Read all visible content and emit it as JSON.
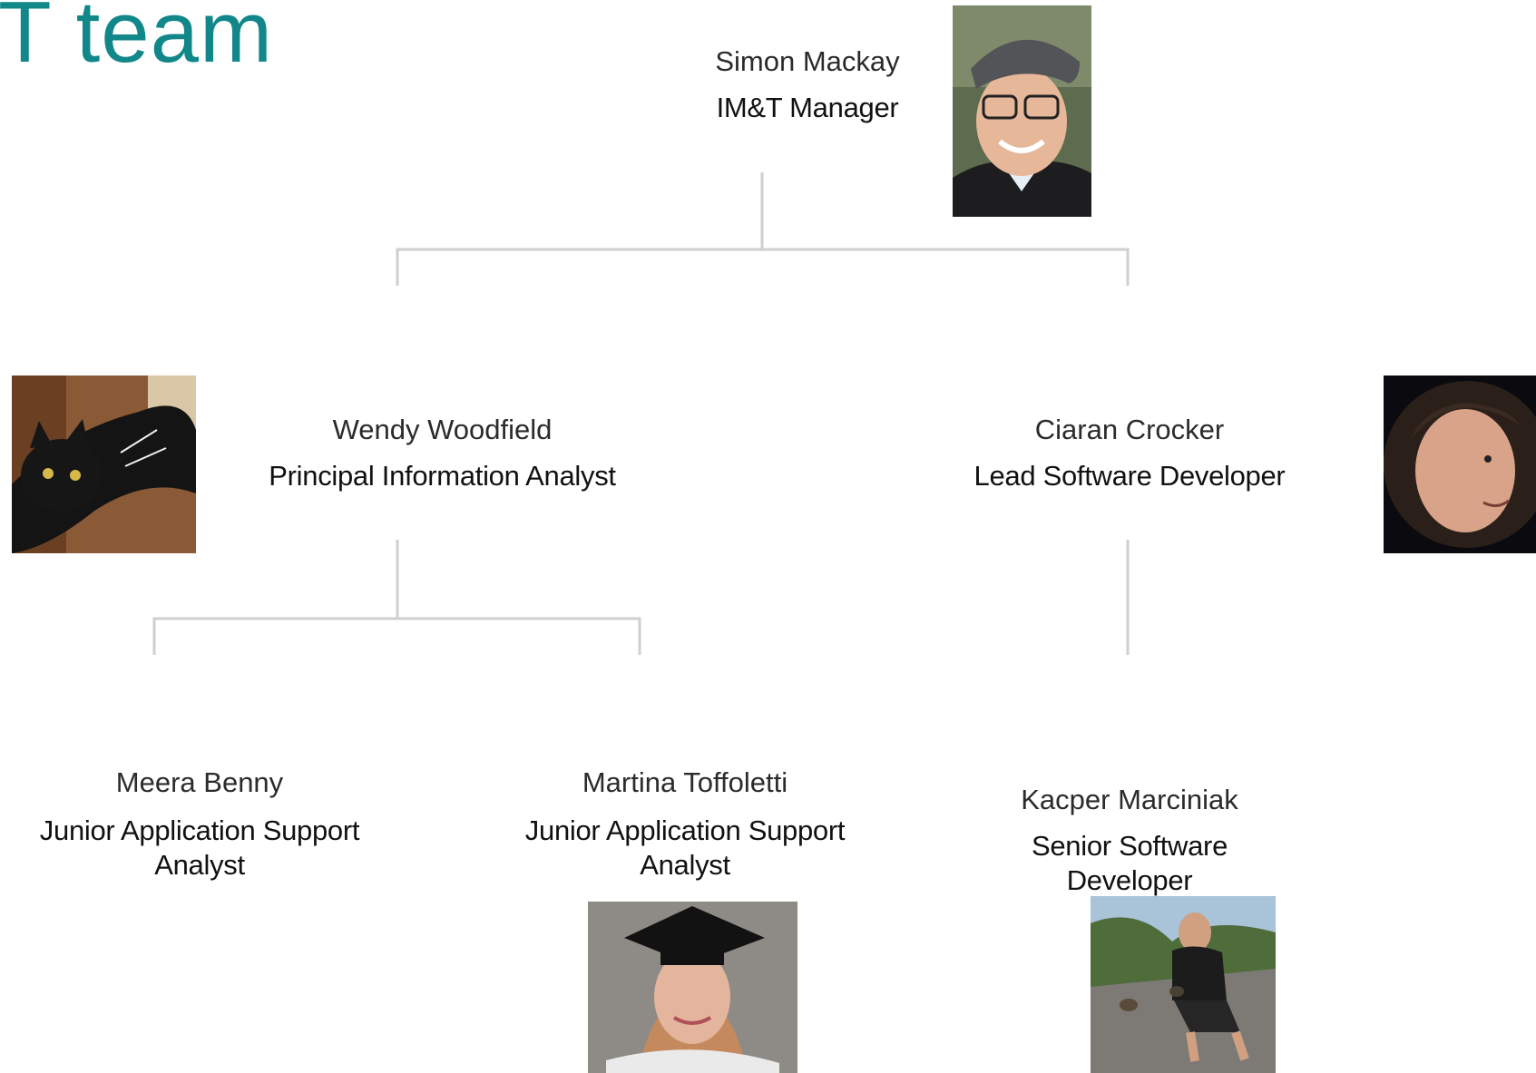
{
  "page": {
    "title": "T team"
  },
  "colors": {
    "title": "#12878a",
    "connector": "#c8c8c8",
    "text": "#111111"
  },
  "people": {
    "simon": {
      "name": "Simon Mackay",
      "role": "IM&T Manager",
      "photo": "photo-man-flat-cap-glasses"
    },
    "wendy": {
      "name": "Wendy Woodfield",
      "role": "Principal Information Analyst",
      "photo": "photo-black-cat"
    },
    "ciaran": {
      "name": "Ciaran Crocker",
      "role": "Lead Software Developer",
      "photo": "photo-man-circular-portrait"
    },
    "meera": {
      "name": "Meera Benny",
      "role": "Junior Application Support Analyst"
    },
    "martina": {
      "name": "Martina Toffoletti",
      "role": "Junior Application Support Analyst",
      "photo": "photo-graduate-cap"
    },
    "kacper": {
      "name": "Kacper Marciniak",
      "role": "Senior Software Developer",
      "photo": "photo-man-crouching-path"
    }
  }
}
